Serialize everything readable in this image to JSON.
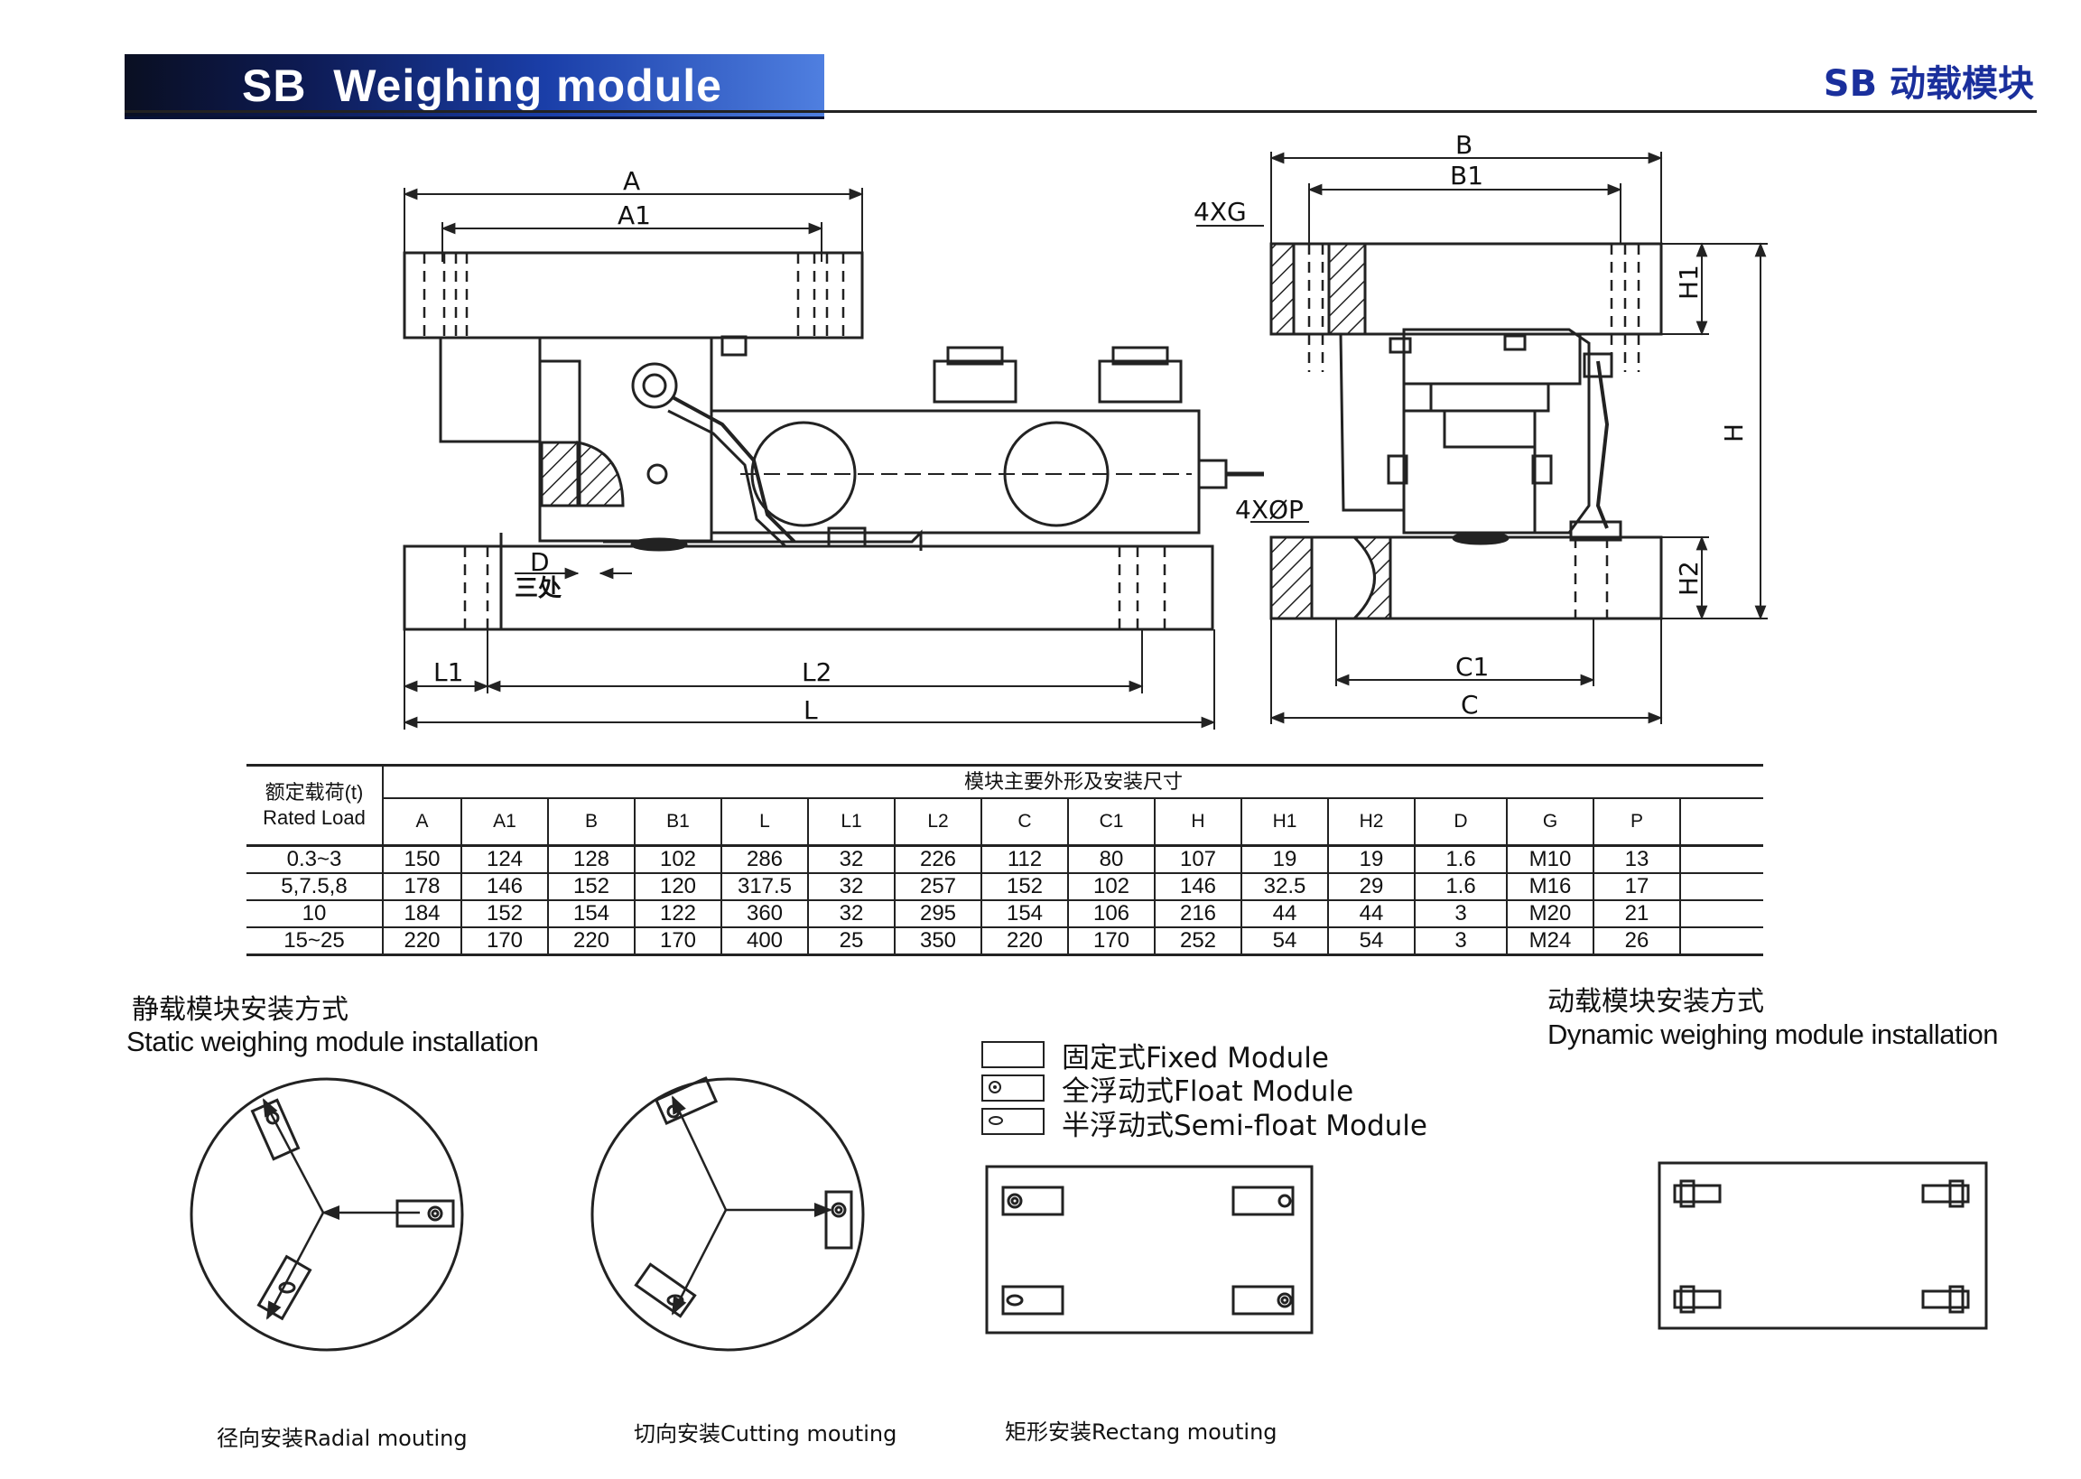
{
  "header": {
    "title": "SB  Weighing module",
    "title_right": "SB  动载模块",
    "banner_color_dark": "#0d1a52",
    "banner_color_light": "#4f7fe0",
    "accent_color": "#1a2f9c"
  },
  "dimension_labels": {
    "A": "A",
    "A1": "A1",
    "B": "B",
    "B1": "B1",
    "G": "4XG",
    "P": "4XØP",
    "H": "H",
    "H1": "H1",
    "H2": "H2",
    "D": "D",
    "D_note": "三处",
    "L": "L",
    "L1": "L1",
    "L2": "L2",
    "C": "C",
    "C1": "C1"
  },
  "table": {
    "group_header": "模块主要外形及安装尺寸",
    "row_header_cn": "额定载荷(t)",
    "row_header_en": "Rated Load",
    "columns": [
      "A",
      "A1",
      "B",
      "B1",
      "L",
      "L1",
      "L2",
      "C",
      "C1",
      "H",
      "H1",
      "H2",
      "D",
      "G",
      "P"
    ],
    "rows": [
      {
        "load": "0.3~3",
        "values": [
          "150",
          "124",
          "128",
          "102",
          "286",
          "32",
          "226",
          "112",
          "80",
          "107",
          "19",
          "19",
          "1.6",
          "M10",
          "13"
        ]
      },
      {
        "load": "5,7.5,8",
        "values": [
          "178",
          "146",
          "152",
          "120",
          "317.5",
          "32",
          "257",
          "152",
          "102",
          "146",
          "32.5",
          "29",
          "1.6",
          "M16",
          "17"
        ]
      },
      {
        "load": "10",
        "values": [
          "184",
          "152",
          "154",
          "122",
          "360",
          "32",
          "295",
          "154",
          "106",
          "216",
          "44",
          "44",
          "3",
          "M20",
          "21"
        ]
      },
      {
        "load": "15~25",
        "values": [
          "220",
          "170",
          "220",
          "170",
          "400",
          "25",
          "350",
          "220",
          "170",
          "252",
          "54",
          "54",
          "3",
          "M24",
          "26"
        ]
      }
    ]
  },
  "static_install": {
    "title_cn": "静载模块安装方式",
    "title_en": "Static weighing module installation"
  },
  "dynamic_install": {
    "title_cn": "动载模块安装方式",
    "title_en": "Dynamic weighing module installation"
  },
  "legend": {
    "fixed": "固定式Fixed Module",
    "float": "全浮动式Float Module",
    "semi": "半浮动式Semi-float  Module"
  },
  "mountings": {
    "radial": "径向安装Radial mouting",
    "cutting": "切向安装Cutting mouting",
    "rectang": "矩形安装Rectang mouting"
  },
  "icons": [
    "fixed-module-icon",
    "float-module-icon",
    "semi-float-module-icon"
  ]
}
